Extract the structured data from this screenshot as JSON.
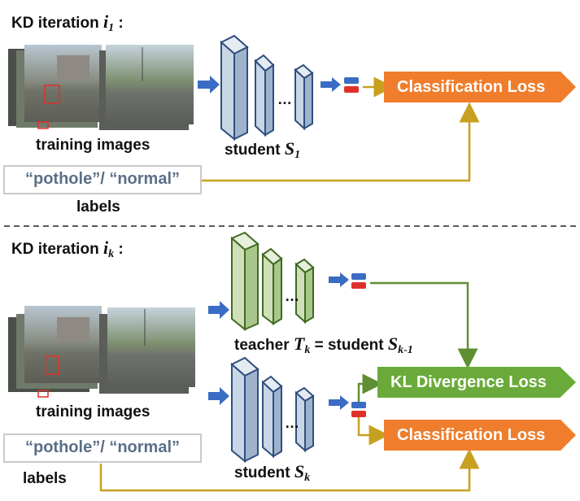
{
  "top": {
    "section_prefix": "KD iteration ",
    "section_var": "i",
    "section_sub": "1",
    "section_suffix": " :",
    "images_caption": "training images",
    "model_prefix": "student ",
    "model_var": "S",
    "model_sub": "1",
    "labels_text": "“pothole”/ “normal”",
    "labels_caption": "labels",
    "loss_label": "Classification Loss",
    "dots": "…"
  },
  "bottom": {
    "section_prefix": "KD iteration ",
    "section_var": "i",
    "section_sub": "k",
    "section_suffix": " :",
    "images_caption": "training images",
    "teacher_prefix": "teacher ",
    "teacher_var": "T",
    "teacher_sub": "k",
    "teacher_eq": " = student ",
    "teacher_var2": "S",
    "teacher_sub2": "k-1",
    "student_prefix": "student ",
    "student_var": "S",
    "student_sub": "k",
    "labels_text": "“pothole”/ “normal”",
    "labels_caption": "labels",
    "kl_label": "KL Divergence Loss",
    "loss_label": "Classification Loss",
    "dots": "…"
  },
  "colors": {
    "student_fill": "#c9d6e6",
    "student_edge": "#2f4f80",
    "teacher_fill": "#cfe0b8",
    "teacher_edge": "#3f6a22",
    "orange": "#ef7d2c",
    "green": "#6aaa3a",
    "gold_line": "#c8a020",
    "green_line": "#5e8f33",
    "blue_arrow": "#3b6cc4"
  }
}
